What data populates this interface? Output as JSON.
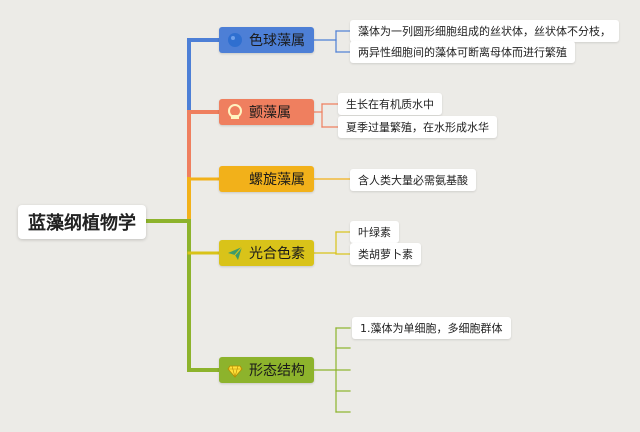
{
  "root": {
    "label": "蓝藻纲植物学"
  },
  "branches": [
    {
      "label": "色球藻属",
      "icon": "globe-icon",
      "color": "#4d7fd6",
      "text_color": "#1a1a1a",
      "leaves": [
        "藻体为一列圆形细胞组成的丝状体，丝状体不分枝，",
        "两异性细胞间的藻体可断离母体而进行繁殖"
      ]
    },
    {
      "label": "颤藻属",
      "icon": "badge-icon",
      "color": "#ef7f5f",
      "text_color": "#1a1a1a",
      "leaves": [
        "生长在有机质水中",
        "夏季过量繁殖，在水形成水华"
      ]
    },
    {
      "label": "螺旋藻属",
      "icon": "none",
      "color": "#f2b11a",
      "text_color": "#1a1a1a",
      "leaves": [
        "含人类大量必需氨基酸"
      ]
    },
    {
      "label": "光合色素",
      "icon": "paper-plane-icon",
      "color": "#d9c319",
      "text_color": "#1a1a1a",
      "leaves": [
        "叶绿素",
        "类胡萝卜素"
      ]
    },
    {
      "label": "形态结构",
      "icon": "diamond-icon",
      "color": "#8db32c",
      "text_color": "#1a1a1a",
      "leaves": [
        "1.藻体为单细胞，多细胞群体"
      ]
    }
  ]
}
